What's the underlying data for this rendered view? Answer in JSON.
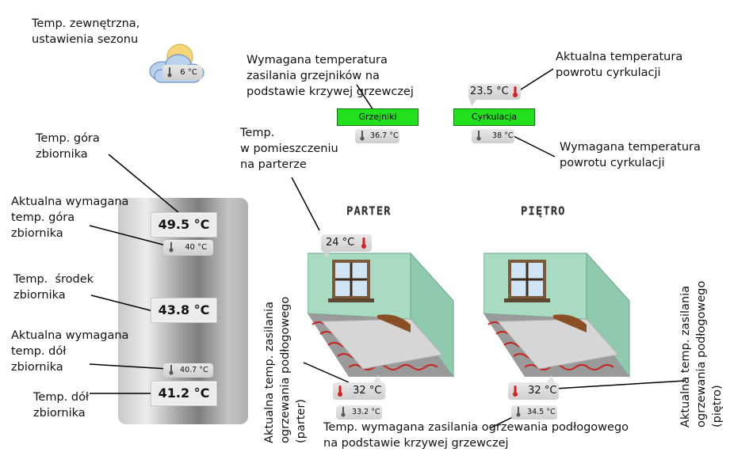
{
  "annotations": {
    "outdoor": "Temp. zewnętrzna,\nustawienia sezonu",
    "supply_required": "Wymagana temperatura\nzasilania grzejników na\npodstawie krzywej grzewczej",
    "circ_actual": "Aktualna temperatura\npowrotu cyrkulacji",
    "circ_required": "Wymagana temperatura\npowrotu cyrkulacji",
    "room_ground": "Temp.\nw pomieszczeniu\nna parterze",
    "tank_top": "Temp. góra\nzbiornika",
    "tank_top_required": "Aktualna wymagana\ntemp. góra\nzbiornika",
    "tank_middle": "Temp.  środek\nzbiornika",
    "tank_bottom_required": "Aktualna wymagana\ntemp. dół\nzbiornika",
    "tank_bottom": "Temp. dół\nzbiornika",
    "floor_required": "Temp. wymagana zasilania ogrzewania podłogowego\nna podstawie krzywej grzewczej",
    "floor_actual_ground": "Aktualna temp. zasilania\nogrzewania podłogowego\n(parter)",
    "floor_actual_upper": "Aktualna temp. zasilania\nogrzewania podłogowego\n(piętro)"
  },
  "outdoor": {
    "temp": "6 °C",
    "icon": "partly-cloudy-icon"
  },
  "tank": {
    "top": "49.5 °C",
    "top_required": "40 °C",
    "middle": "43.8 °C",
    "bottom_required": "40.7 °C",
    "bottom": "41.2 °C"
  },
  "buttons": {
    "radiators": "Grzejniki",
    "circulation": "Cyrkulacja"
  },
  "radiators": {
    "required": "36.7 °C"
  },
  "circulation": {
    "actual": "23.5 °C",
    "required": "38 °C"
  },
  "sections": {
    "ground": "PARTER",
    "upper": "PIĘTRO"
  },
  "ground": {
    "room_temp": "24 °C",
    "floor_actual": "32 °C",
    "floor_required": "33.2 °C"
  },
  "upper": {
    "floor_actual": "32 °C",
    "floor_required": "34.5 °C"
  },
  "colors": {
    "button_green": "#22e01e",
    "wall_green": "#a9dac2",
    "pipe_red": "#c8201c",
    "thermo_red": "#d42020"
  }
}
